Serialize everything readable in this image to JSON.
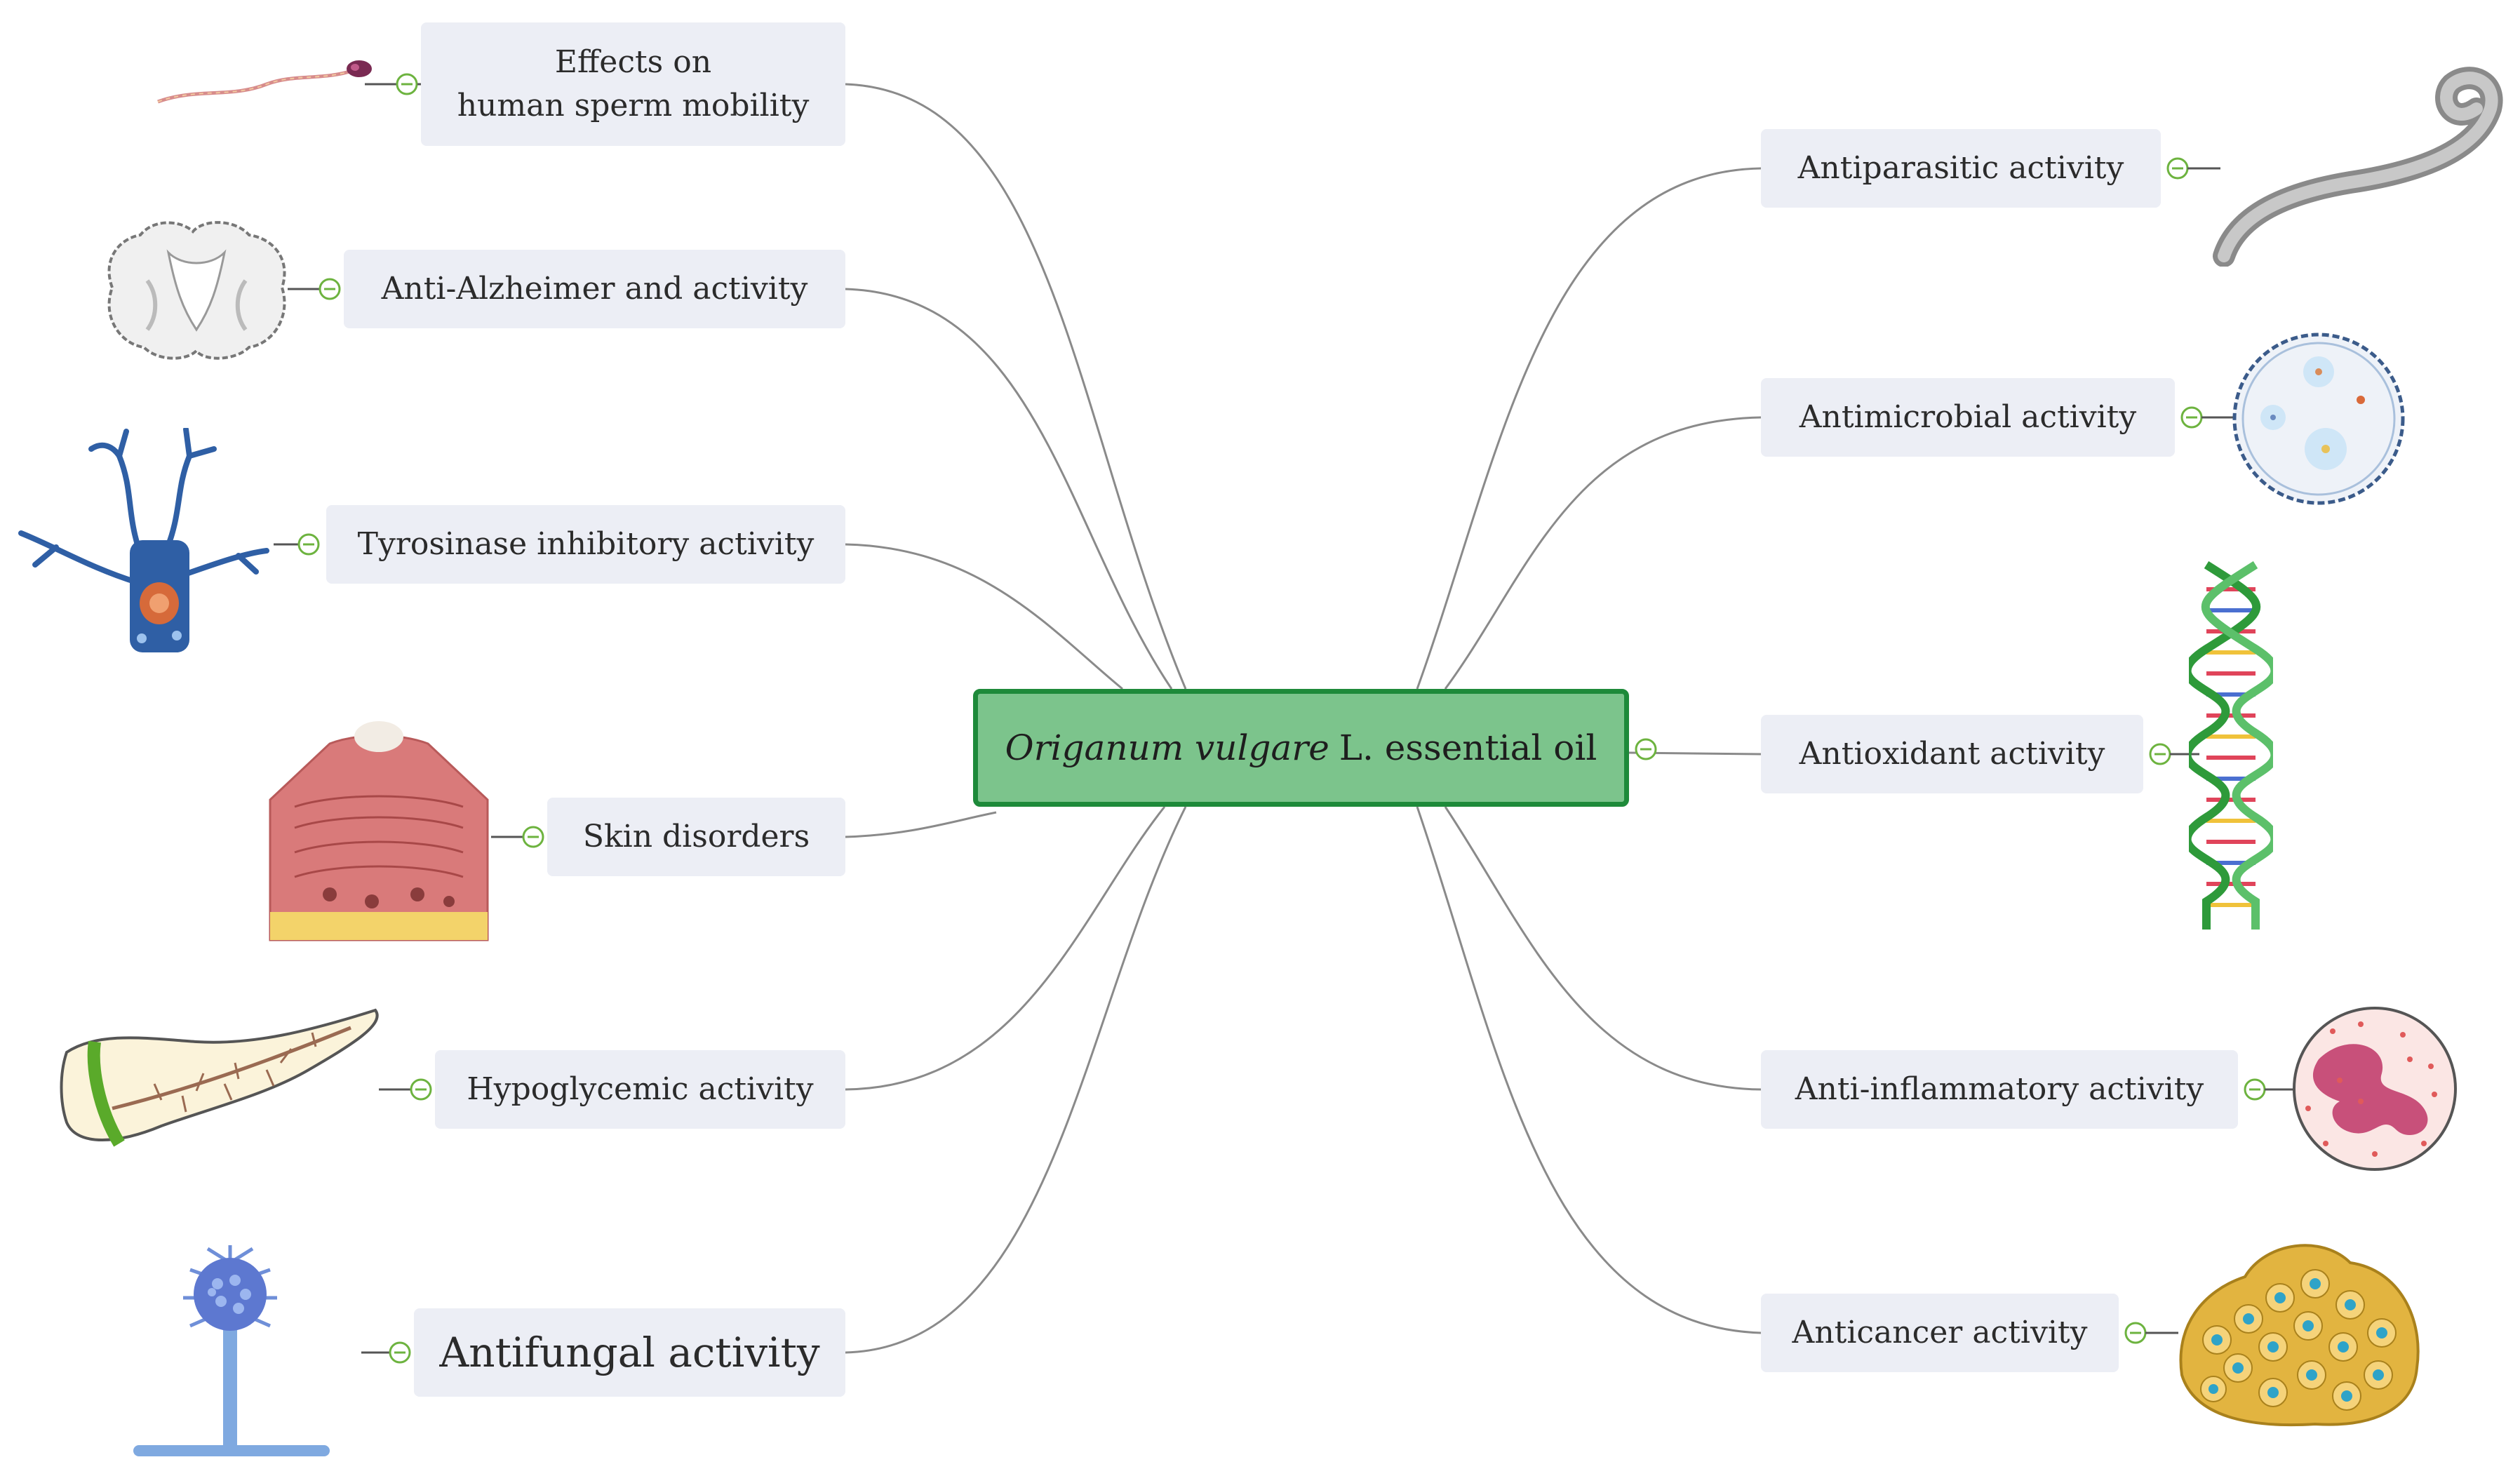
{
  "center": {
    "title_italic": "Origanum vulgare",
    "title_rest": "L. essential oil",
    "fill": "#7cc48c",
    "border": "#1e8a3a"
  },
  "left": [
    {
      "id": "sperm",
      "lines": [
        "Effects on",
        "human sperm mobility"
      ],
      "icon": "sperm-cell-icon"
    },
    {
      "id": "alzheimer",
      "lines": [
        "Anti-Alzheimer and activity"
      ],
      "icon": "brain-section-icon"
    },
    {
      "id": "tyrosinase",
      "lines": [
        "Tyrosinase inhibitory activity"
      ],
      "icon": "melanocyte-cell-icon"
    },
    {
      "id": "skin",
      "lines": [
        "Skin disorders"
      ],
      "icon": "skin-layer-icon"
    },
    {
      "id": "hypoglycemic",
      "lines": [
        "Hypoglycemic activity"
      ],
      "icon": "pancreas-icon"
    },
    {
      "id": "antifungal",
      "lines": [
        "Antifungal activity"
      ],
      "icon": "aspergillus-fungus-icon"
    }
  ],
  "right": [
    {
      "id": "antiparasitic",
      "lines": [
        "Antiparasitic activity"
      ],
      "icon": "nematode-worm-icon"
    },
    {
      "id": "antimicrobial",
      "lines": [
        "Antimicrobial activity"
      ],
      "icon": "petri-dish-icon"
    },
    {
      "id": "antioxidant",
      "lines": [
        "Antioxidant activity"
      ],
      "icon": "dna-helix-icon"
    },
    {
      "id": "antiinflammatory",
      "lines": [
        "Anti-inflammatory activity"
      ],
      "icon": "neutrophil-cell-icon"
    },
    {
      "id": "anticancer",
      "lines": [
        "Anticancer activity"
      ],
      "icon": "tumor-cells-icon"
    }
  ],
  "colors": {
    "node_fill": "#eceef5",
    "link": "#8a8a8a",
    "collapse_marker": "#6db33f"
  }
}
